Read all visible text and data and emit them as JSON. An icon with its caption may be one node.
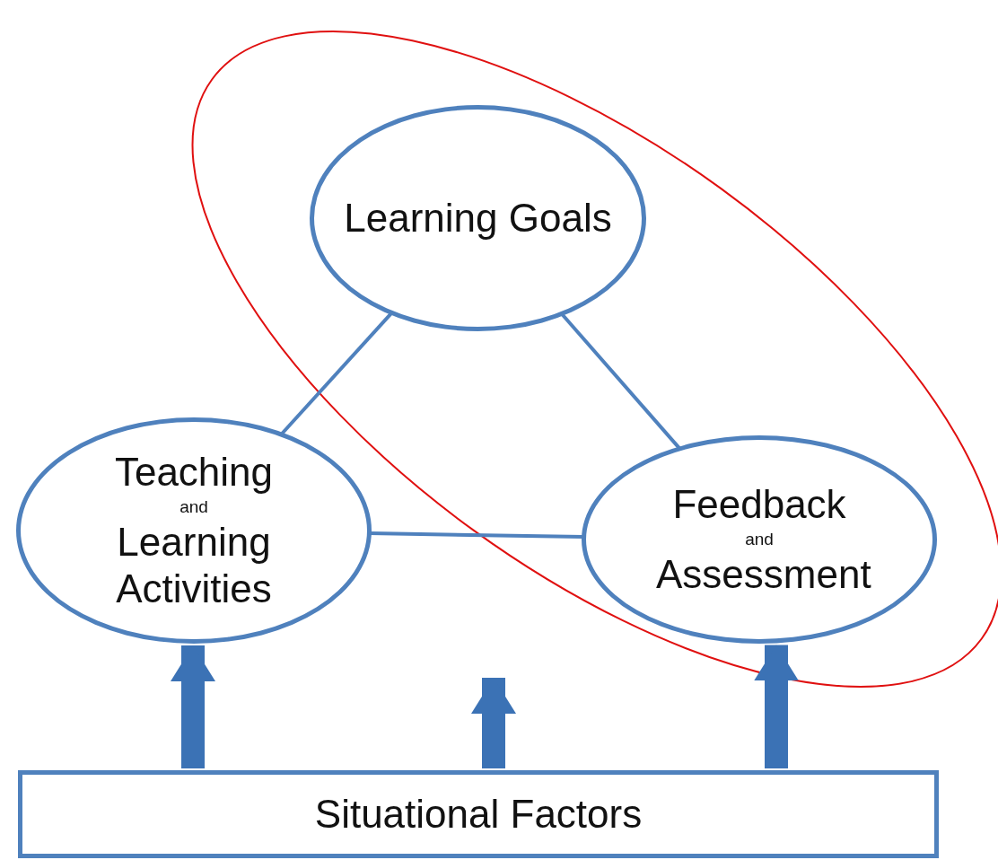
{
  "diagram": {
    "nodes": [
      {
        "text": [
          "Learning Goals"
        ]
      },
      {
        "text": [
          "Teaching",
          "and",
          "Learning Activities"
        ]
      },
      {
        "text": [
          "Feedback",
          "and",
          "Assessment"
        ]
      },
      {
        "text": [
          "Situational Factors"
        ]
      }
    ],
    "edges": [
      {
        "from": 0,
        "to": 1,
        "arrow": "none"
      },
      {
        "from": 0,
        "to": 2,
        "arrow": "none"
      },
      {
        "from": 1,
        "to": 2,
        "arrow": "none"
      },
      {
        "from": 3,
        "to": 1,
        "arrow": "to",
        "style": "thick"
      },
      {
        "from": 3,
        "to": null,
        "arrow": "to",
        "style": "thick"
      },
      {
        "from": 3,
        "to": 2,
        "arrow": "to",
        "style": "thick"
      }
    ]
  }
}
